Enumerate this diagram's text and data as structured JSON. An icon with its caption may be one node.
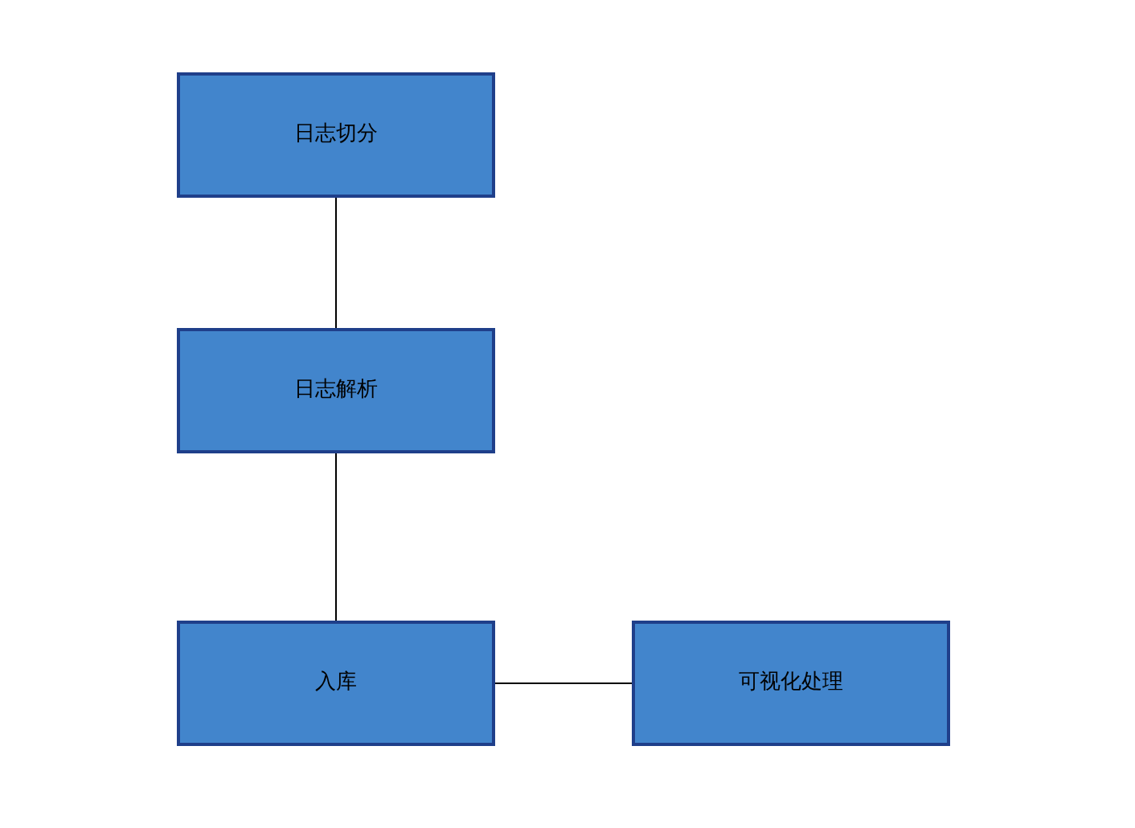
{
  "diagram": {
    "nodes": [
      {
        "text": [
          "日志切分"
        ]
      },
      {
        "text": [
          "日志解析"
        ]
      },
      {
        "text": [
          "入库"
        ]
      },
      {
        "text": [
          "可视化处理"
        ]
      }
    ],
    "edges": [
      {
        "from": 0,
        "to": 1,
        "arrow": "none"
      },
      {
        "from": 1,
        "to": 2,
        "arrow": "none"
      },
      {
        "from": 2,
        "to": 3,
        "arrow": "none"
      }
    ]
  }
}
